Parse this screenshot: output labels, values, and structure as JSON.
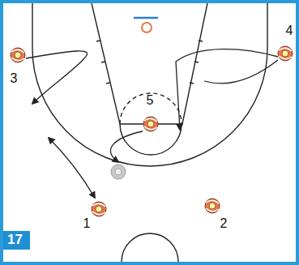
{
  "diagram": {
    "nodes": [
      {
        "text": [
          "3"
        ]
      },
      {
        "text": [
          "4"
        ]
      },
      {
        "text": [
          "5"
        ]
      },
      {
        "text": [
          "1"
        ]
      },
      {
        "text": [
          "2"
        ]
      },
      {
        "text": [
          "17"
        ]
      }
    ]
  }
}
